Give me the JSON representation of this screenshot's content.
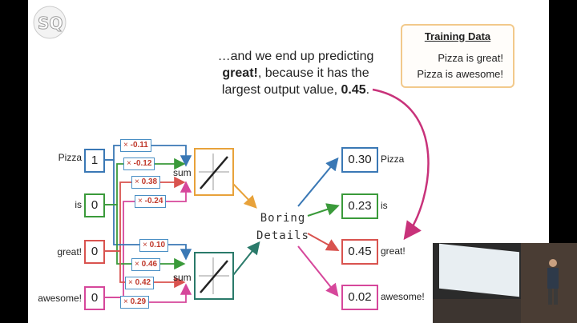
{
  "caption": {
    "line1": "…and we end up predicting",
    "bold1": "great!",
    "line2_rest": ", because it has the",
    "line3": "largest output value, ",
    "bold2": "0.45",
    "period": "."
  },
  "training": {
    "title": "Training Data",
    "examples": [
      "Pizza is great!",
      "Pizza is awesome!"
    ]
  },
  "inputs": [
    {
      "label": "Pizza",
      "value": "1",
      "color": "#3a78b5"
    },
    {
      "label": "is",
      "value": "0",
      "color": "#3a9a3a"
    },
    {
      "label": "great!",
      "value": "0",
      "color": "#d9534f"
    },
    {
      "label": "awesome!",
      "value": "0",
      "color": "#d6479b"
    }
  ],
  "weights_top": [
    {
      "times": "×",
      "value": "-0.11"
    },
    {
      "times": "×",
      "value": "-0.12"
    },
    {
      "times": "×",
      "value": "0.38"
    },
    {
      "times": "×",
      "value": "-0.24"
    }
  ],
  "weights_bottom": [
    {
      "times": "×",
      "value": "0.10"
    },
    {
      "times": "×",
      "value": "0.46"
    },
    {
      "times": "×",
      "value": "0.42"
    },
    {
      "times": "×",
      "value": "0.29"
    }
  ],
  "sum_label": "sum",
  "boring": {
    "line1": "Boring",
    "line2": "Details"
  },
  "outputs": [
    {
      "value": "0.30",
      "label": "Pizza",
      "color": "#3a78b5"
    },
    {
      "value": "0.23",
      "label": "is",
      "color": "#3a9a3a"
    },
    {
      "value": "0.45",
      "label": "great!",
      "color": "#d9534f"
    },
    {
      "value": "0.02",
      "label": "awesome!",
      "color": "#d6479b"
    }
  ],
  "colors": {
    "blue": "#3a78b5",
    "green": "#3a9a3a",
    "red": "#d9534f",
    "magenta": "#d6479b",
    "orange": "#e8a23a",
    "teal": "#2a7a6a",
    "curve": "#c8327a"
  }
}
